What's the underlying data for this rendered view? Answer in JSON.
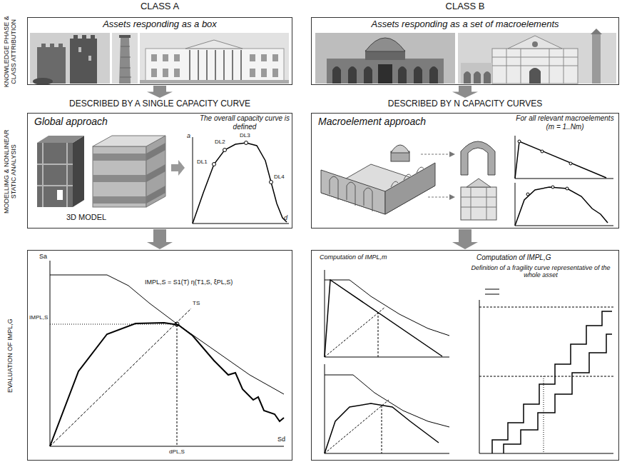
{
  "diagram": {
    "nodes": [
      {
        "text": [
          "Assets responding as a box"
        ]
      },
      {
        "text": [
          "Assets responding as a set of macroelements"
        ]
      },
      {
        "text": [
          "DESCRIBED BY A SINGLE CAPACITY CURVE",
          "Global approach",
          "The overall capacity curve is defined",
          "3D MODEL"
        ]
      },
      {
        "text": [
          "DESCRIBED BY N CAPACITY CURVES",
          "Macroelement approach",
          "For all relevant macroelements (m = 1..Nm)"
        ]
      },
      {
        "text": [
          "IMPL,S = S1(T) η(T1,S, ξPL,S)"
        ]
      },
      {
        "text": [
          "Computation of IMPL,m",
          "Computation of IMPL,G",
          "Definition of a fragility curve representative of the whole asset"
        ]
      }
    ],
    "edges": [
      {
        "from": 0,
        "to": 2,
        "arrow": "to"
      },
      {
        "from": 2,
        "to": 4,
        "arrow": "to"
      },
      {
        "from": 1,
        "to": 3,
        "arrow": "to"
      },
      {
        "from": 3,
        "to": 5,
        "arrow": "to"
      }
    ],
    "labels": [
      "CLASS A",
      "CLASS B",
      "KNOWLEDGE PHASE & CLASS ATTRIBUTION",
      "MODELLIMG & NONLINEAR STATIC ANALYSIS",
      "EVALUATION OF IMPL,G",
      "a",
      "d",
      "DL1",
      "DL2",
      "DL3",
      "DL4",
      "Sa",
      "Sd",
      "IMPL,S",
      "TS",
      "dPL,S"
    ]
  }
}
